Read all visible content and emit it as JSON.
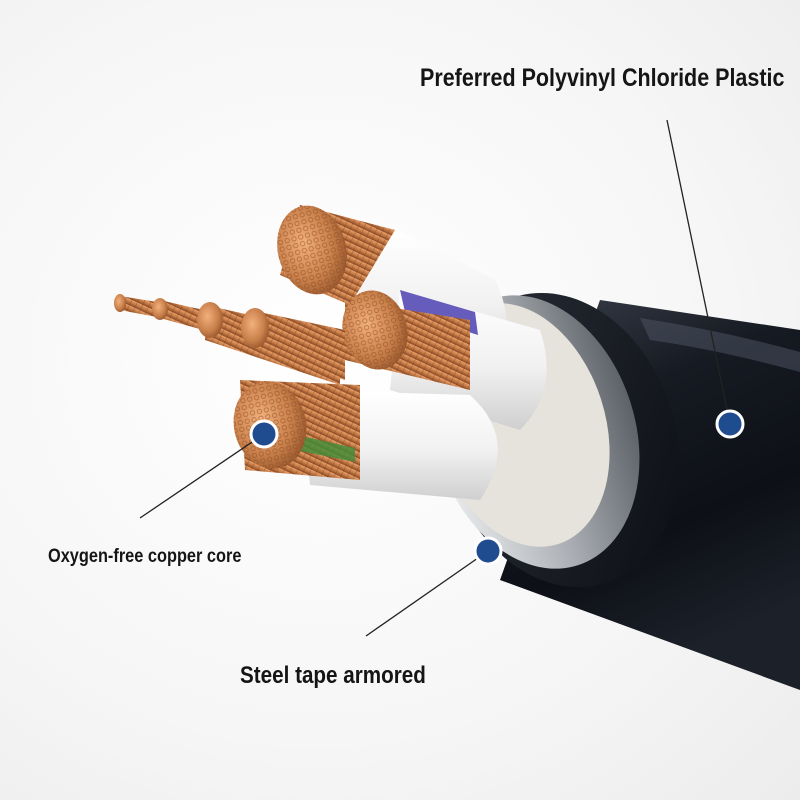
{
  "callouts": [
    {
      "id": "pvc",
      "text": "Preferred Polyvinyl Chloride Plastic"
    },
    {
      "id": "copper",
      "text": "Oxygen-free copper core"
    },
    {
      "id": "steel",
      "text": "Steel tape armored"
    }
  ],
  "colors": {
    "marker_fill": "#1f4b8f",
    "marker_ring": "#ffffff",
    "sheath": "#12151c",
    "insulation": "#f2f2f2",
    "armor": "#b8bcc0",
    "copper": "#c77c47",
    "leader_line": "#222222"
  }
}
